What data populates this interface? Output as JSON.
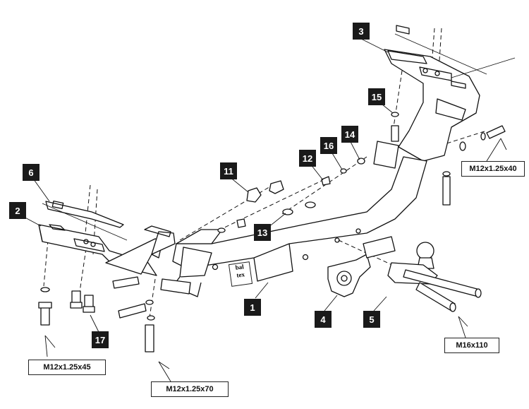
{
  "part_labels": {
    "p1": "1",
    "p2": "2",
    "p3": "3",
    "p4": "4",
    "p5": "5",
    "p6": "6",
    "p11": "11",
    "p12": "12",
    "p13": "13",
    "p14": "14",
    "p15": "15",
    "p16": "16",
    "p17": "17"
  },
  "bolt_specs": {
    "left": "M12x1.25x45",
    "center": "M12x1.25x70",
    "right_top": "M12x1.25x40",
    "ball": "M16x110"
  },
  "logo": {
    "line1": "bal",
    "line2": "tex"
  }
}
